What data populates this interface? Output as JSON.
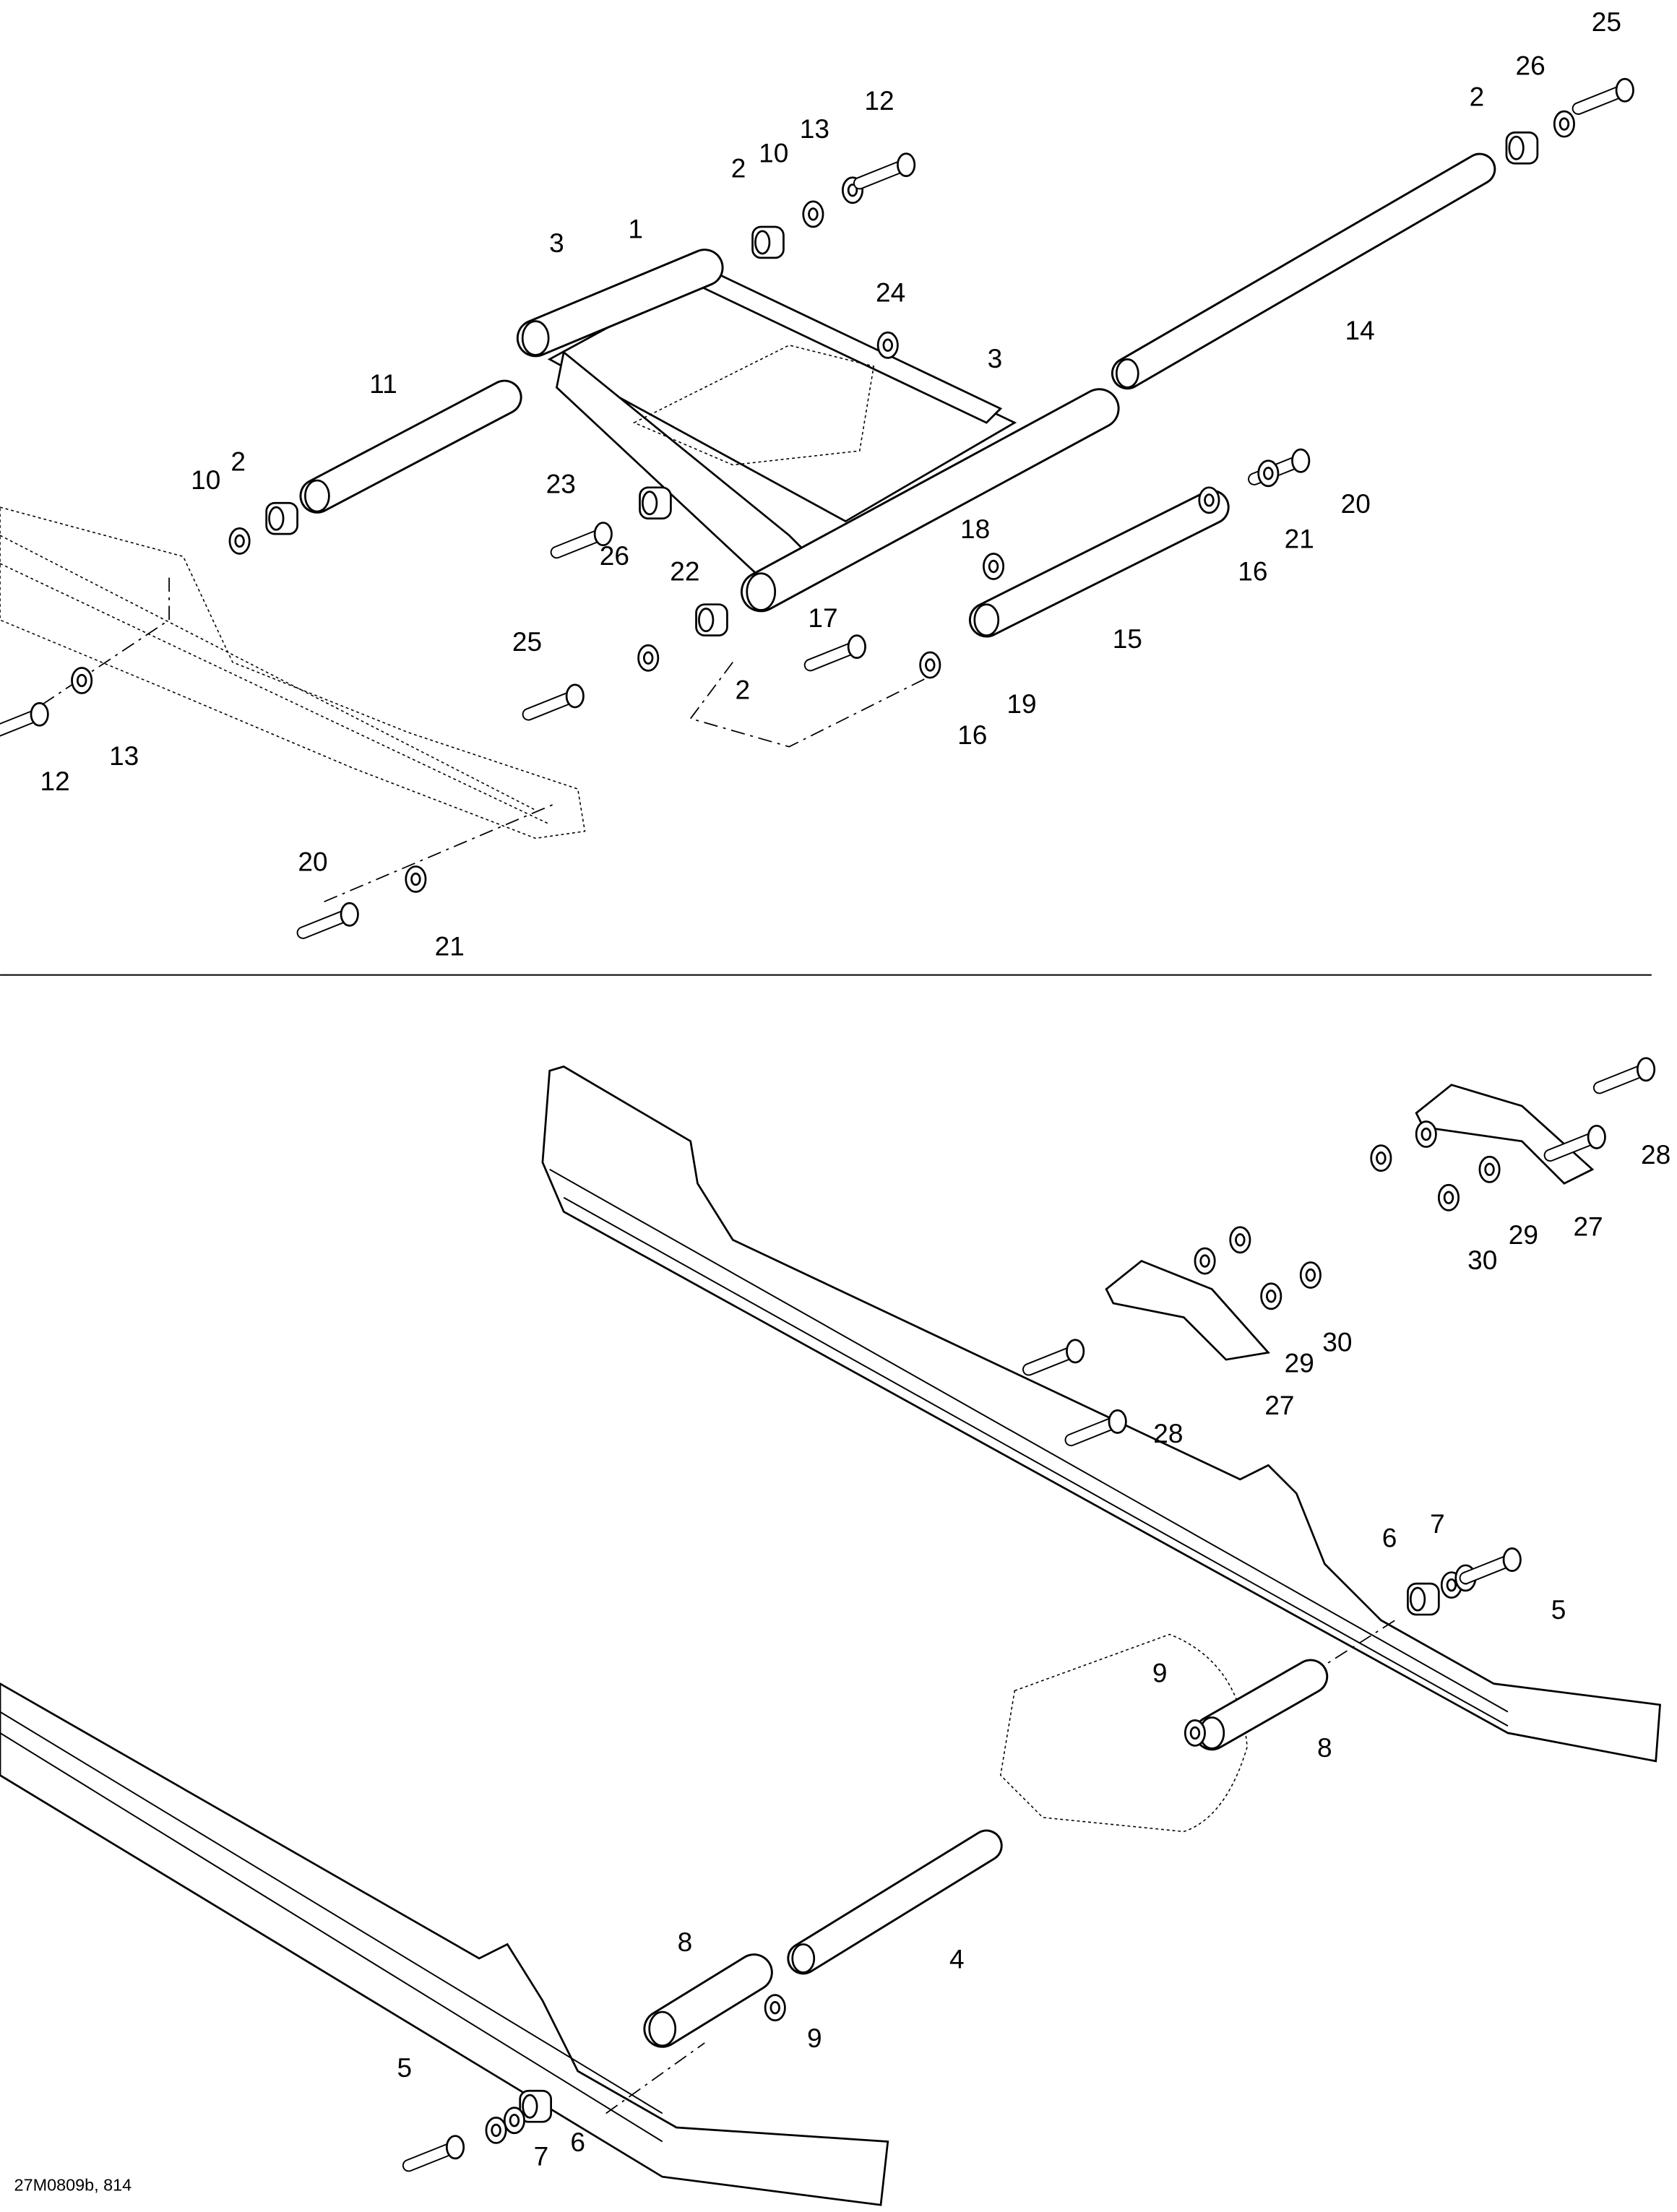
{
  "diagram": {
    "type": "exploded parts diagram",
    "callouts": [
      "25",
      "26",
      "2",
      "12",
      "13",
      "10",
      "2",
      "3",
      "1",
      "24",
      "14",
      "3",
      "11",
      "2",
      "10",
      "23",
      "20",
      "18",
      "21",
      "22",
      "16",
      "26",
      "17",
      "15",
      "25",
      "2",
      "19",
      "16",
      "13",
      "12",
      "20",
      "21",
      "28",
      "27",
      "29",
      "30",
      "30",
      "29",
      "27",
      "28",
      "7",
      "6",
      "5",
      "9",
      "8",
      "4",
      "8",
      "9",
      "5",
      "6",
      "7"
    ],
    "reference": "27M0809b, 814"
  }
}
